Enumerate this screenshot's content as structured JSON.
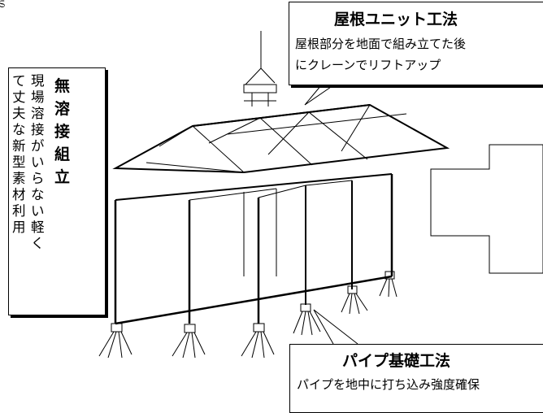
{
  "roof_callout": {
    "title": "屋根ユニット工法",
    "line1": "屋根部分を地面で組み立てた後",
    "line2": "にクレーンでリフトアップ"
  },
  "pipe_callout": {
    "title": "パイプ基礎工法",
    "line1": "パイプを地中に打ち込み強度確保"
  },
  "weld_callout": {
    "title_chars": [
      "無",
      "溶",
      "接",
      "組",
      "立"
    ],
    "col1_chars": [
      "現",
      "場",
      "溶",
      "接",
      "が",
      "い",
      "ら",
      "な",
      "い",
      "軽",
      "く"
    ],
    "col2_chars": [
      "て",
      "丈",
      "夫",
      "な",
      "新",
      "型",
      "素",
      "材",
      "利",
      "用"
    ]
  },
  "top_glyph": "ಽ"
}
